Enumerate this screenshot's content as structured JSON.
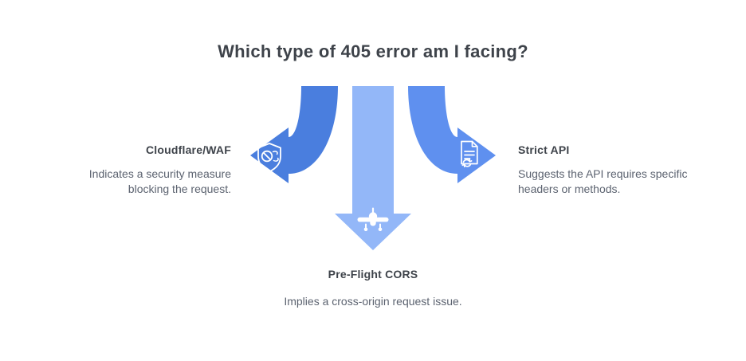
{
  "title": "Which type of 405 error am I facing?",
  "colors": {
    "left_arrow": "#4a7ede",
    "right_arrow": "#5f90ef",
    "center_arrow": "#93b7f8",
    "heading_text": "#3e434a",
    "label_text": "#3e434a",
    "description_text": "#5c6370",
    "icon": "#ffffff"
  },
  "branches": {
    "left": {
      "label": "Cloudflare/WAF",
      "description": "Indicates a security measure blocking the request.",
      "icon": "shield-block-icon"
    },
    "center": {
      "label": "Pre-Flight CORS",
      "description": "Implies a cross-origin request issue.",
      "icon": "airplane-icon"
    },
    "right": {
      "label": "Strict API",
      "description": "Suggests the API requires specific headers or methods.",
      "icon": "document-agreement-icon"
    }
  }
}
